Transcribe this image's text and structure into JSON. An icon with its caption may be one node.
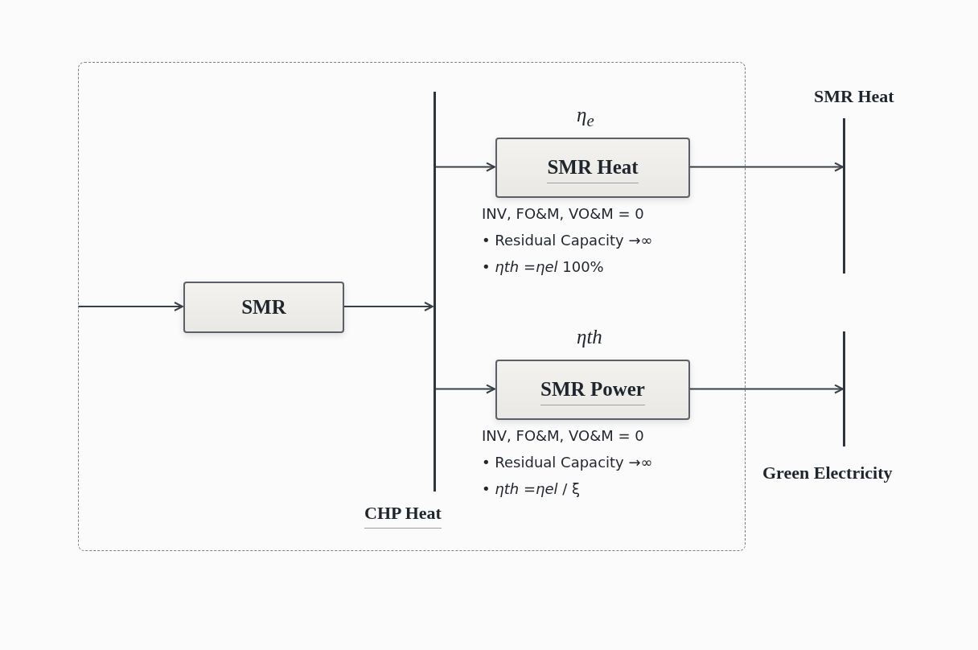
{
  "diagram": {
    "nodes": [
      {
        "text": [],
        "shape": "box"
      },
      {
        "text": [
          "SMR"
        ],
        "in": 0
      },
      {
        "text": [
          "CHP Heat"
        ],
        "in": 0
      },
      {
        "text": [
          "SMR Heat"
        ],
        "in": 0,
        "beside": [
          "η$_{e}$",
          "INV, FO&M, VO&M = 0",
          "• Residual Capacity →∞",
          "• *ηth* =*ηel* 100%"
        ]
      },
      {
        "text": [
          "SMR Power"
        ],
        "in": 0,
        "beside": [
          "ηth",
          "INV, FO&M, VO&M = 0",
          "• Residual Capacity →∞",
          "• *ηth* =*ηel* / ξ"
        ]
      },
      {
        "text": [
          "SMR Heat"
        ]
      },
      {
        "text": [
          "Green Electricity"
        ]
      }
    ],
    "edges": [
      {
        "from": null,
        "to": 1,
        "arrow": "to"
      },
      {
        "from": 1,
        "to": 2,
        "arrow": "to"
      },
      {
        "from": 2,
        "to": 3,
        "arrow": "to"
      },
      {
        "from": 2,
        "to": 4,
        "arrow": "to"
      },
      {
        "from": 3,
        "to": 5,
        "arrow": "to"
      },
      {
        "from": 4,
        "to": 6,
        "arrow": "to"
      }
    ]
  }
}
